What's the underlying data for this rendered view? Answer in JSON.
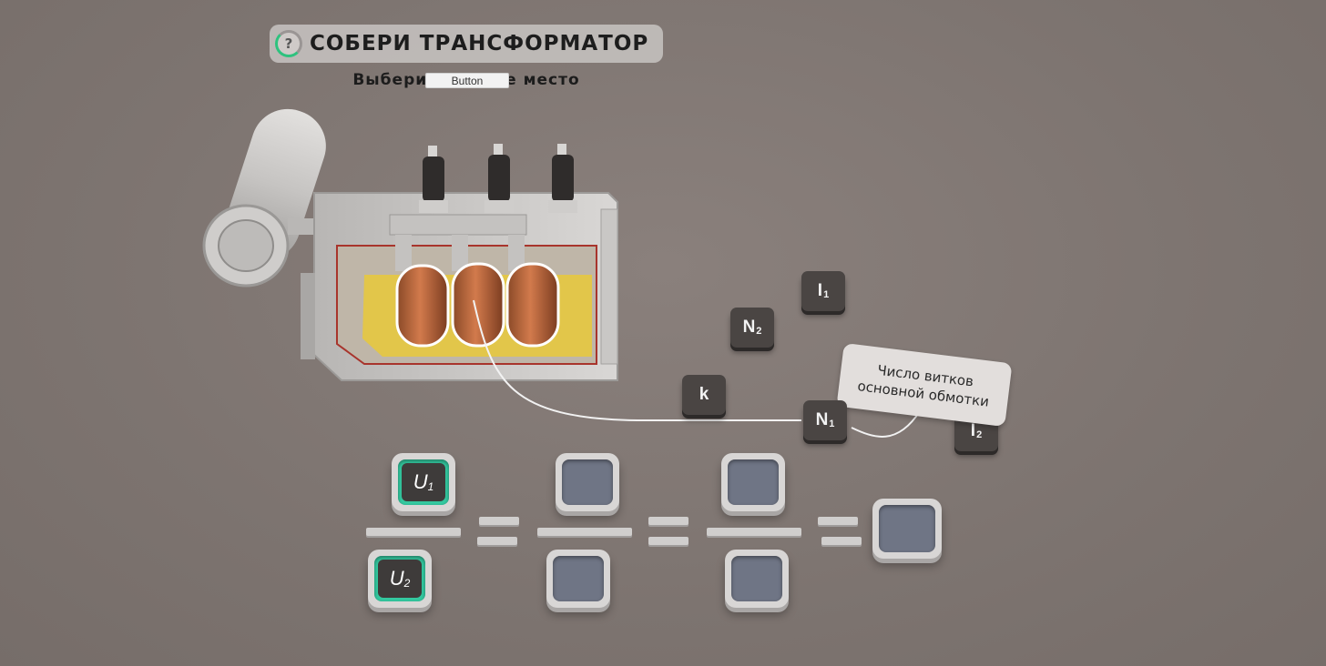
{
  "header": {
    "title": "СОБЕРИ ТРАНСФОРМАТОР",
    "help_icon_symbol": "?",
    "subtitle_left": "Выбери",
    "subtitle_right": "е место",
    "overlay_button_label": "Button"
  },
  "keys": [
    {
      "id": "I1",
      "letter": "I",
      "sub": "1"
    },
    {
      "id": "N2",
      "letter": "N",
      "sub": "2"
    },
    {
      "id": "k",
      "letter": "k",
      "sub": ""
    },
    {
      "id": "N1",
      "letter": "N",
      "sub": "1"
    },
    {
      "id": "I2",
      "letter": "I",
      "sub": "2"
    }
  ],
  "tooltip": {
    "line1": "Число витков",
    "line2": "основной обмотки"
  },
  "formula": {
    "slot_u1": {
      "letter": "U",
      "sub": "1"
    },
    "slot_u2": {
      "letter": "U",
      "sub": "2"
    }
  },
  "colors": {
    "background": "#7d7470",
    "slot_filled_accent": "#34c9a0",
    "slot_empty": "#6f7585",
    "key_tile": "#4a4543",
    "coil_highlight": "#e8c93a"
  }
}
